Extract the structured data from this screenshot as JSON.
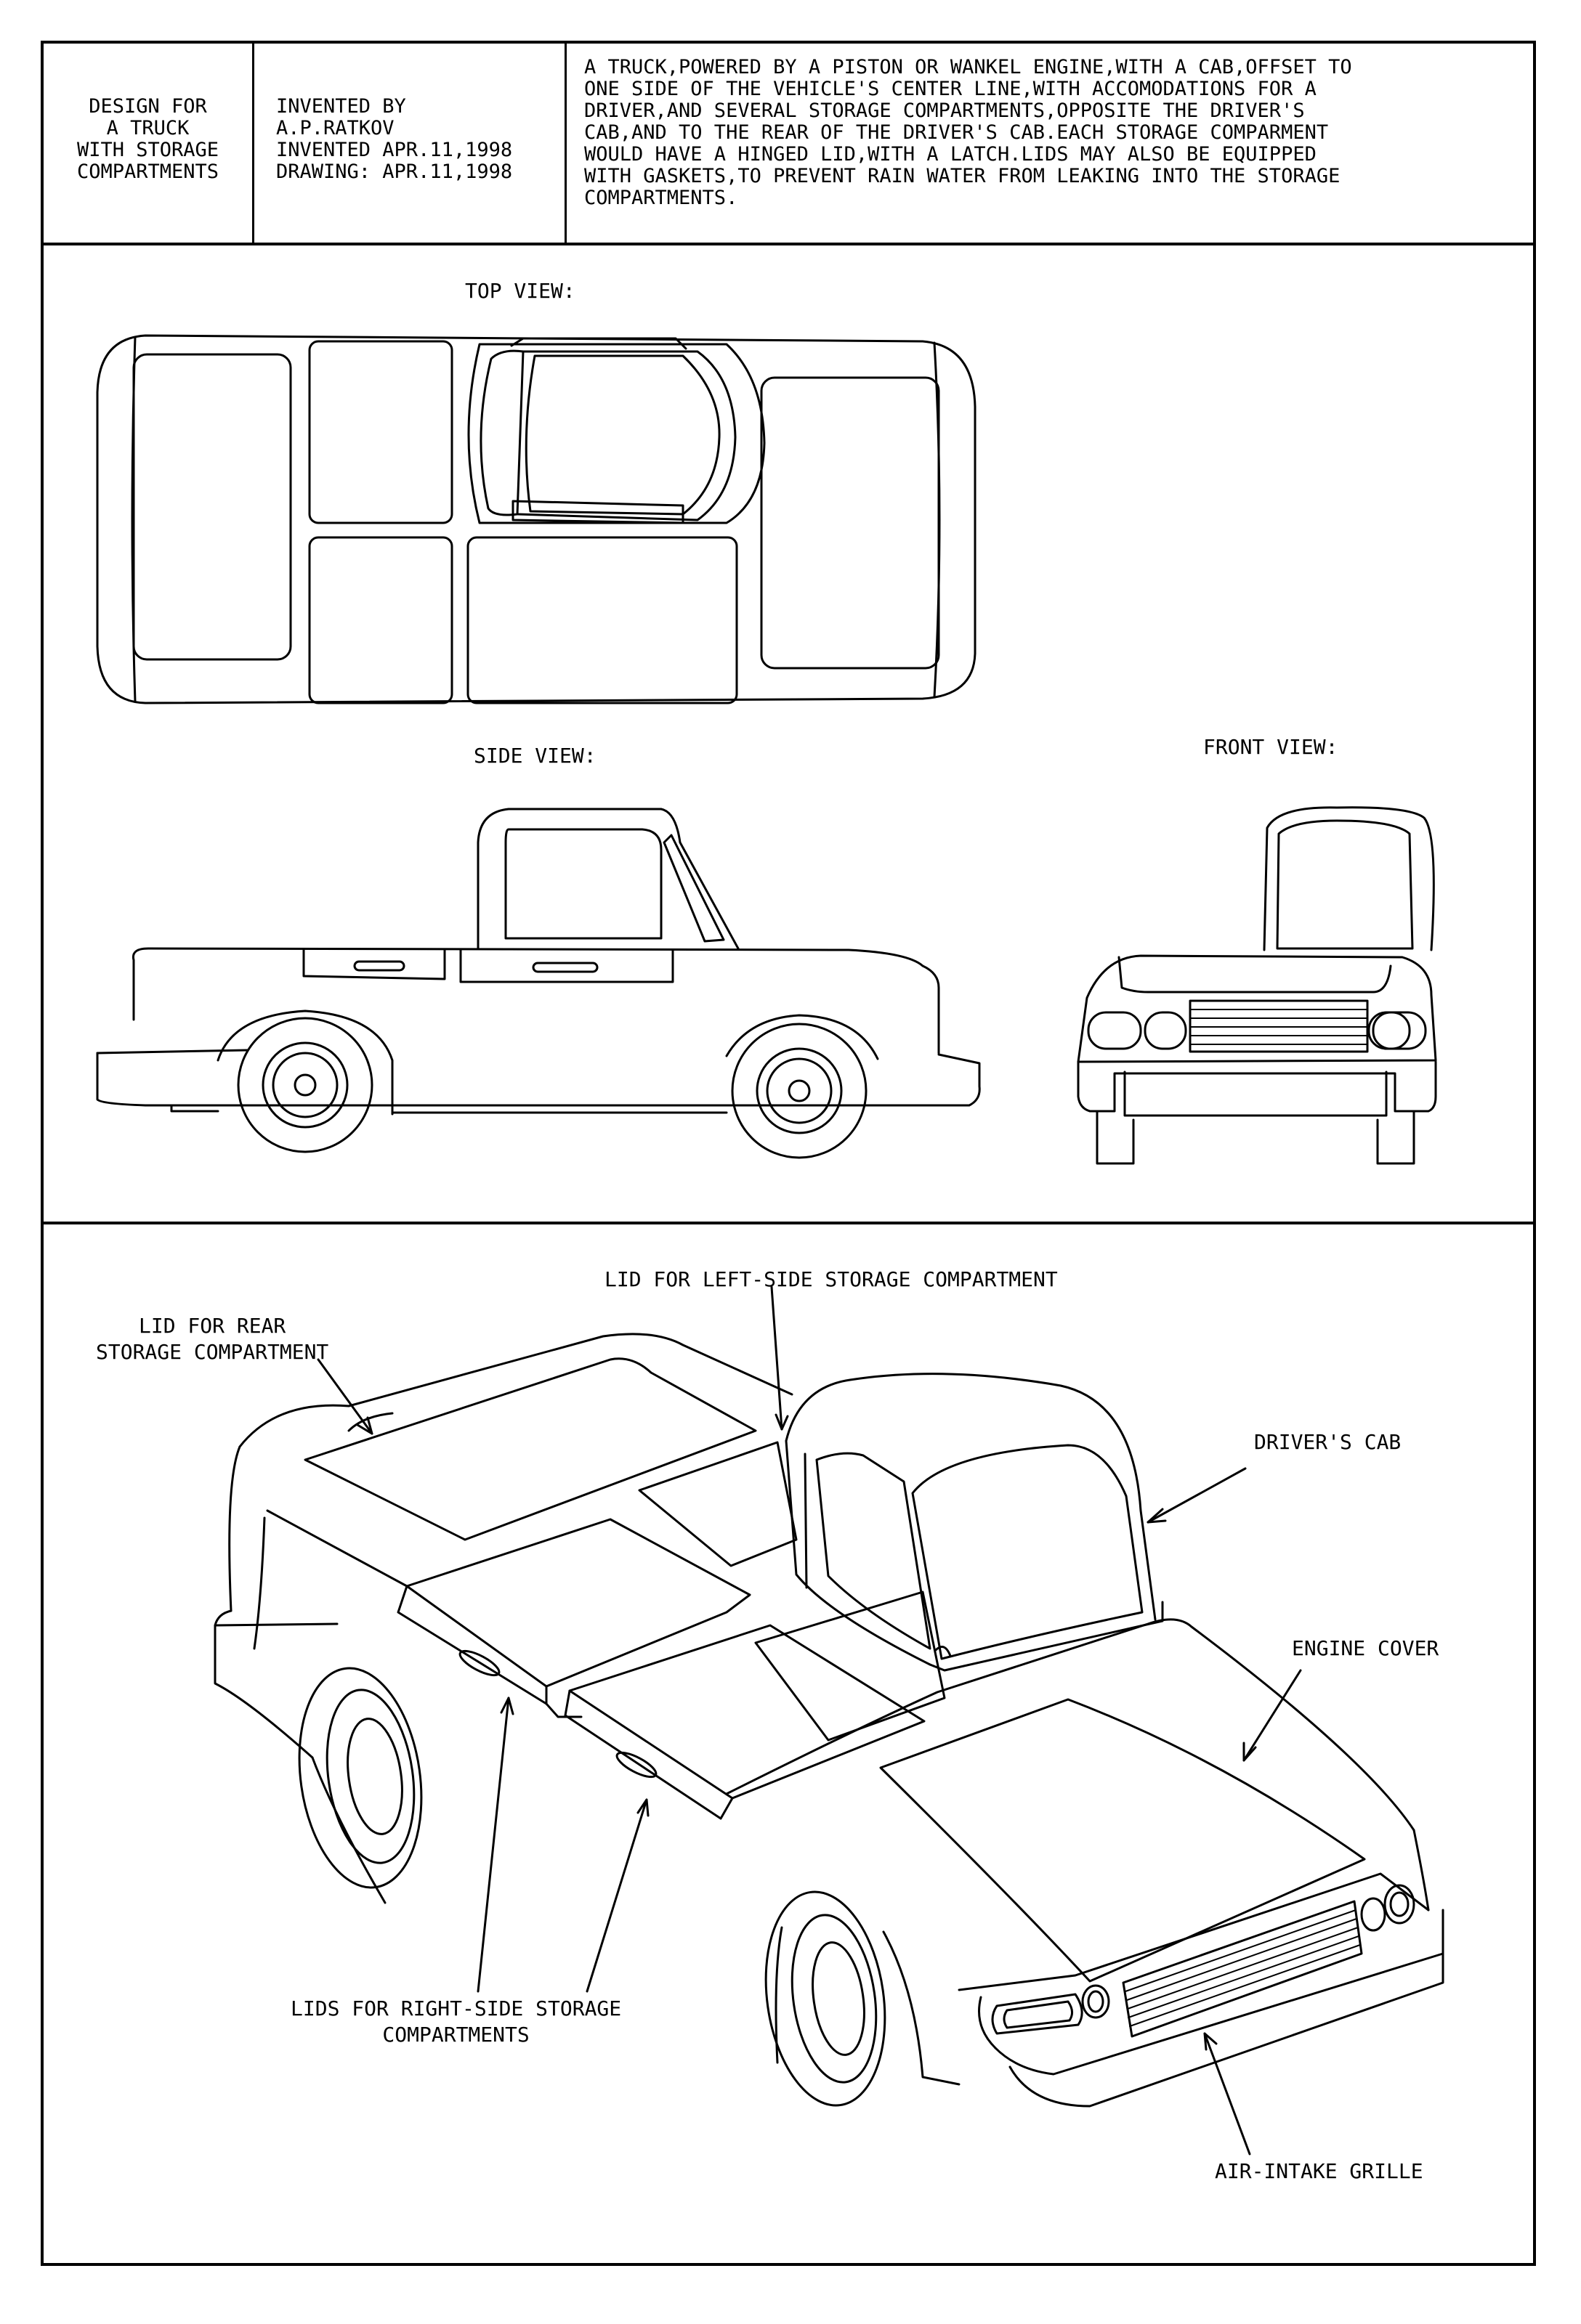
{
  "header": {
    "title_lines": "DESIGN FOR\nA TRUCK\nWITH STORAGE\nCOMPARTMENTS",
    "inventor_lines": "INVENTED BY\nA.P.RATKOV\nINVENTED APR.11,1998\nDRAWING: APR.11,1998",
    "description": "A TRUCK,POWERED BY A PISTON OR WANKEL ENGINE,WITH A CAB,OFFSET TO\nONE SIDE OF THE VEHICLE'S CENTER LINE,WITH ACCOMODATIONS FOR A\nDRIVER,AND SEVERAL STORAGE COMPARTMENTS,OPPOSITE THE DRIVER'S\nCAB,AND TO THE REAR OF THE DRIVER'S CAB.EACH STORAGE COMPARMENT\nWOULD HAVE A HINGED LID,WITH A LATCH.LIDS MAY ALSO BE EQUIPPED\nWITH GASKETS,TO PREVENT RAIN WATER FROM LEAKING INTO THE STORAGE\nCOMPARTMENTS."
  },
  "views": {
    "top": "TOP VIEW:",
    "side": "SIDE VIEW:",
    "front": "FRONT VIEW:"
  },
  "callouts": {
    "lid_left": "LID FOR LEFT-SIDE STORAGE COMPARTMENT",
    "lid_rear": "LID FOR REAR\nSTORAGE COMPARTMENT",
    "cab": "DRIVER'S CAB",
    "engine": "ENGINE COVER",
    "lids_right": "LIDS FOR RIGHT-SIDE STORAGE\nCOMPARTMENTS",
    "grille": "AIR-INTAKE GRILLE"
  }
}
